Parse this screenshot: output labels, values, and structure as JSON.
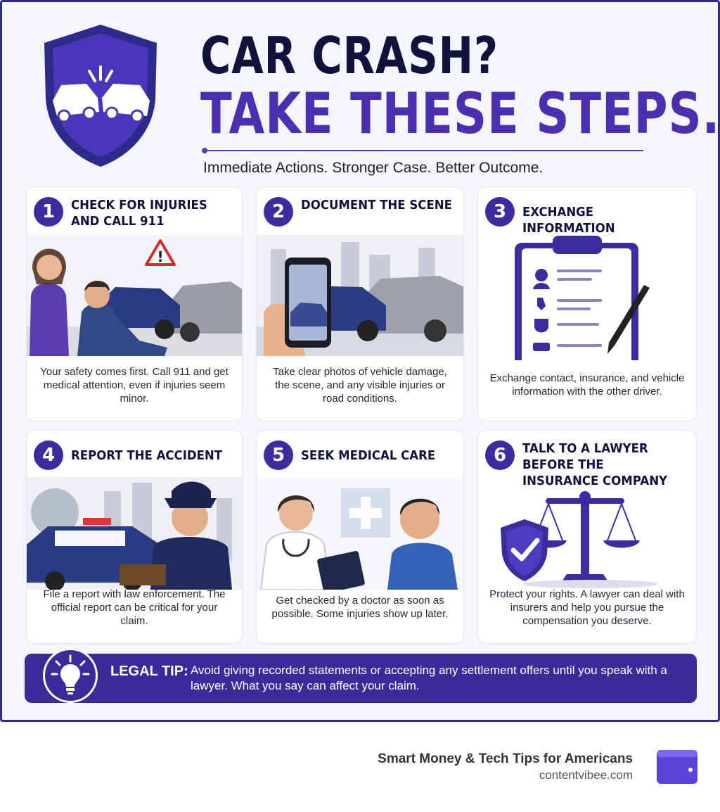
{
  "header": {
    "title_line1": "CAR CRASH?",
    "title_line2": "TAKE THESE STEPS.",
    "tagline": "Immediate Actions. Stronger Case. Better Outcome."
  },
  "steps": [
    {
      "number": "1",
      "title": "CHECK FOR INJURIES AND CALL 911",
      "body": "Your safety comes first. Call 911 and get medical attention, even if injuries seem minor."
    },
    {
      "number": "2",
      "title": "DOCUMENT THE SCENE",
      "body": "Take clear photos of vehicle damage, the scene, and any visible injuries or road conditions."
    },
    {
      "number": "3",
      "title": "EXCHANGE INFORMATION",
      "body": "Exchange contact, insurance, and vehicle information with the other driver."
    },
    {
      "number": "4",
      "title": "REPORT THE ACCIDENT",
      "body": "File a report with law enforcement. The official report can be critical for your claim."
    },
    {
      "number": "5",
      "title": "SEEK MEDICAL CARE",
      "body": "Get checked by a doctor as soon as possible. Some injuries show up later."
    },
    {
      "number": "6",
      "title": "TALK TO A LAWYER BEFORE THE INSURANCE COMPANY",
      "body": "Protect your rights. A lawyer can deal with insurers and help you pursue the compensation you deserve."
    }
  ],
  "legal_tip": {
    "label": "LEGAL TIP:",
    "text": "Avoid giving recorded statements or accepting any settlement offers until you speak with a lawyer. What you say can affect your claim."
  },
  "footer": {
    "title": "Smart Money & Tech Tips for Americans",
    "site": "contentvibee.com"
  },
  "colors": {
    "brand_purple": "#3b2d9e",
    "navy": "#12133d",
    "accent": "#4a2fb0"
  },
  "icons": [
    "shield-crash-icon",
    "warning-icon",
    "clipboard-icon",
    "scales-of-justice-icon",
    "checkmark-shield-icon",
    "lightbulb-icon",
    "wallet-icon"
  ]
}
